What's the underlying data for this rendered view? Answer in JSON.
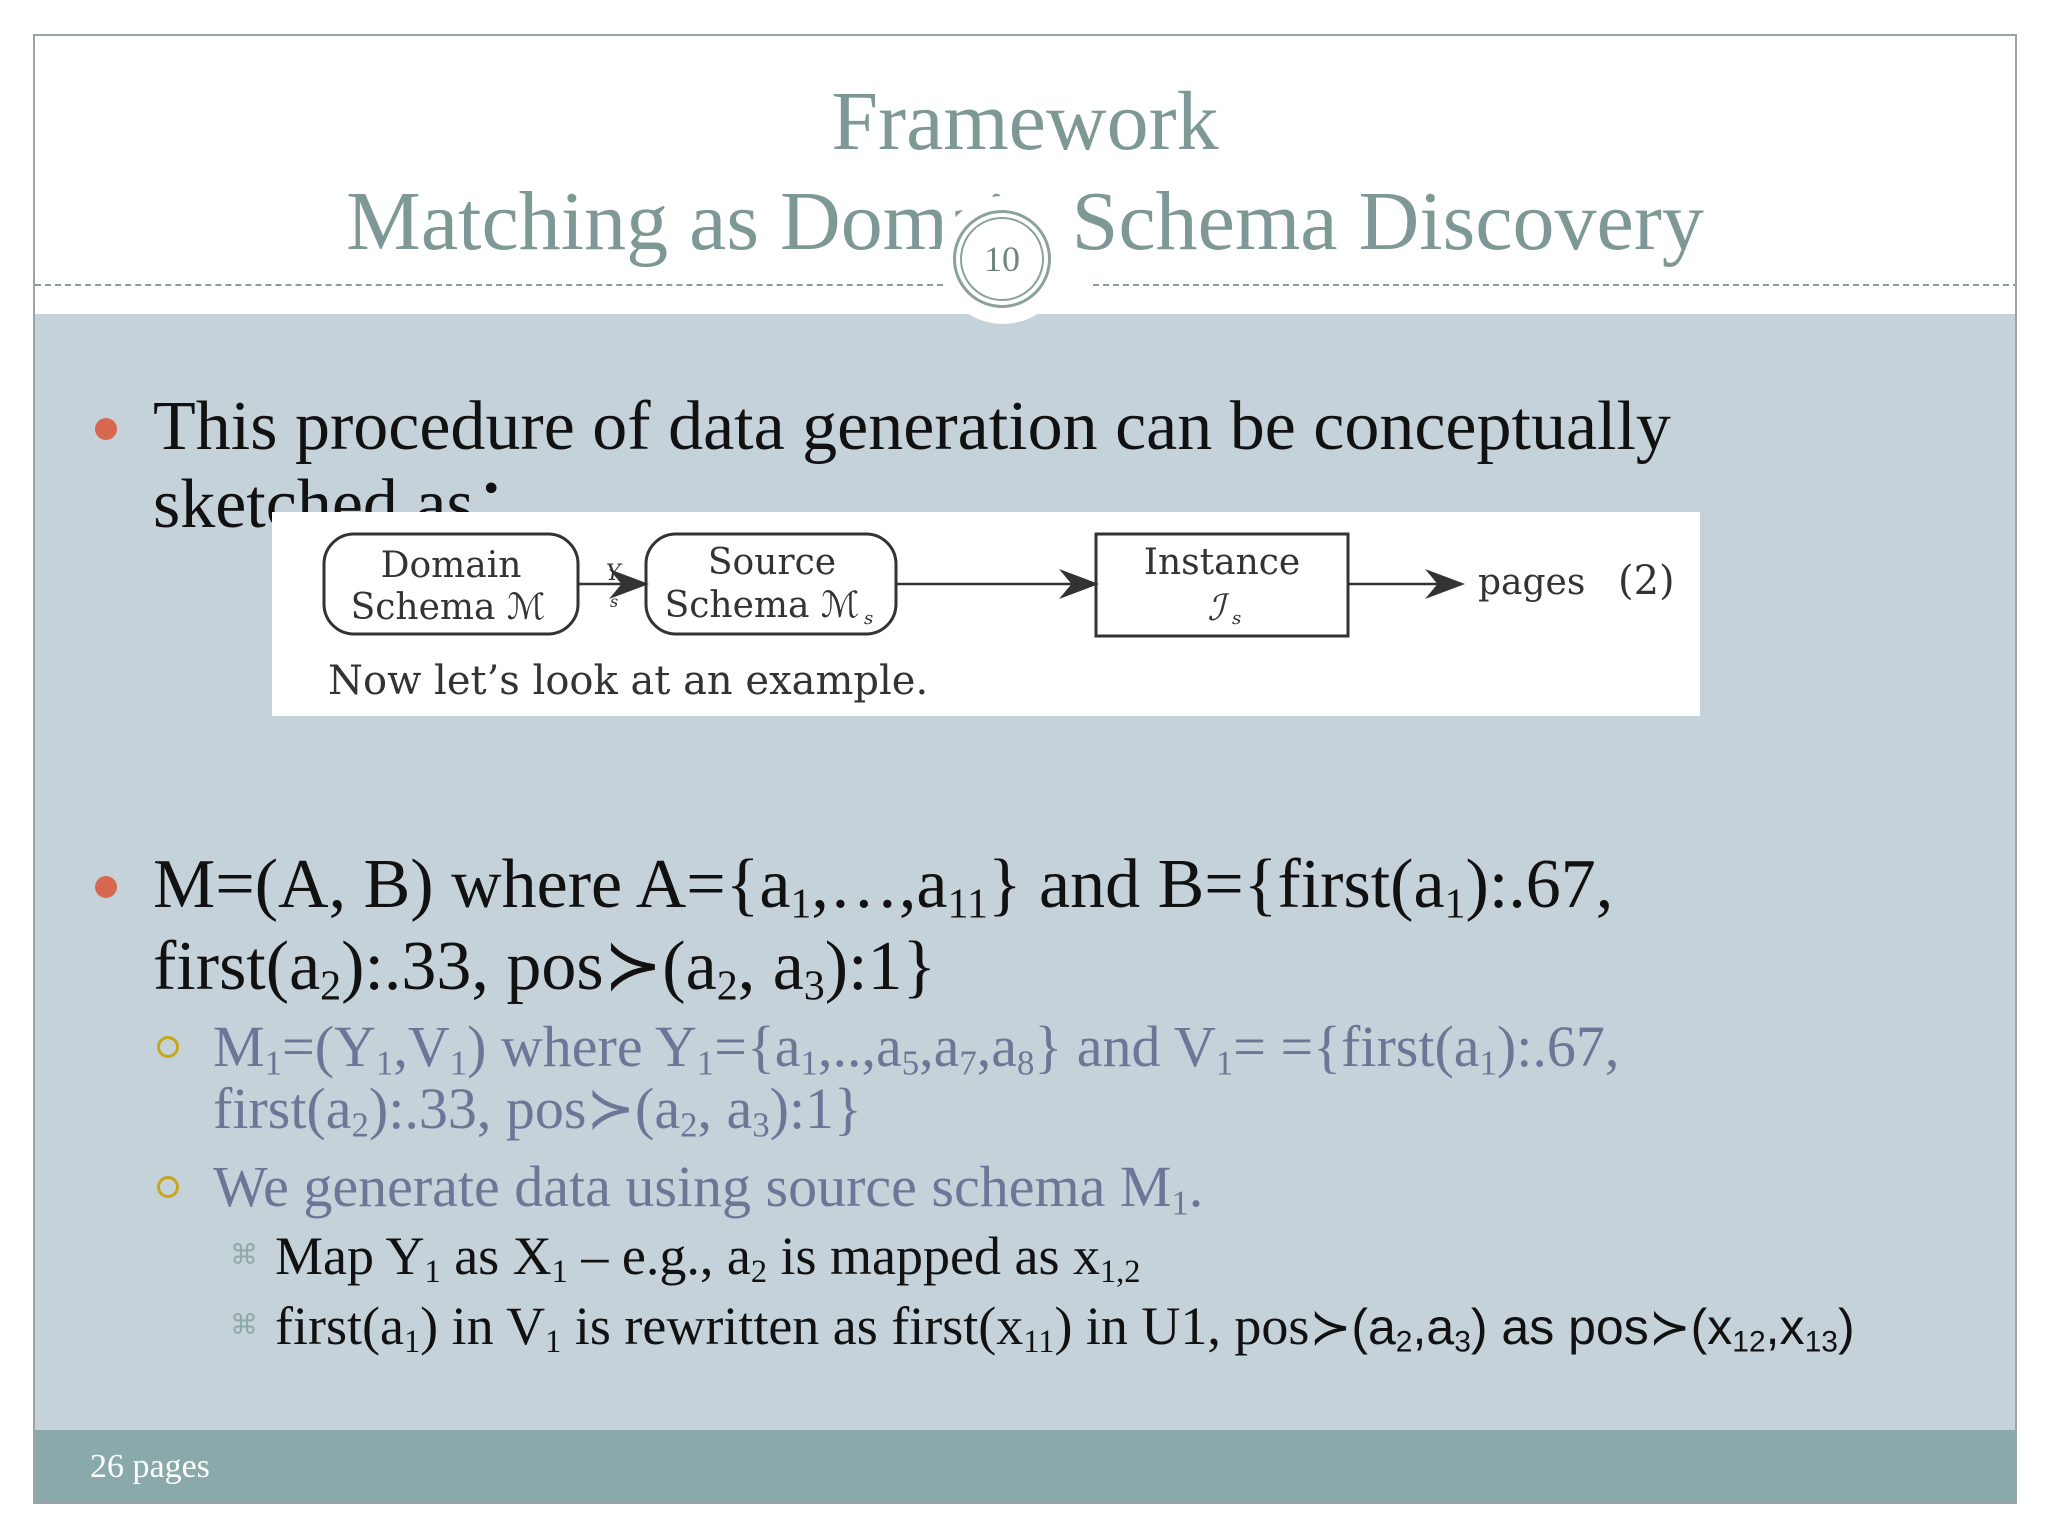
{
  "header": {
    "title_line1": "Framework",
    "title_line2": "Matching as Domain Schema Discovery",
    "page_number": "10"
  },
  "footer": {
    "text": "26 pages"
  },
  "bullet1": {
    "line1": "This procedure of data generation can be conceptually",
    "line2": "sketched as："
  },
  "diagram": {
    "box1_line1": "Domain",
    "box1_line2": "Schema ℳ",
    "edge_label": "Y",
    "edge_sub": "s",
    "box2_line1": "Source",
    "box2_line2": "Schema ℳ",
    "box2_sub": "s",
    "box3_line1": "Instance",
    "box3_line2": "ℐ",
    "box3_sub": "s",
    "end_label": "pages",
    "eq_number": "(2)",
    "caption": "Now let’s look at an example."
  },
  "bullet2": {
    "l1_a": "M=(A, B) where A={a",
    "l1_s1": "1",
    "l1_b": ",…,a",
    "l1_s2": "11",
    "l1_c": "} and B={first(a",
    "l1_s3": "1",
    "l1_d": "):.67,",
    "l2_a": "first(a",
    "l2_s1": "2",
    "l2_b": "):.33, pos≻(a",
    "l2_s2": "2",
    "l2_c": ", a",
    "l2_s3": "3",
    "l2_d": "):1}"
  },
  "sub1": {
    "a": "M",
    "s1": "1",
    "b": "=(Y",
    "s2": "1",
    "c": ",V",
    "s3": "1",
    "d": ") where Y",
    "s4": "1",
    "e": "={a",
    "s5": "1",
    "f": ",..,a",
    "s6": "5",
    "g": ",a",
    "s7": "7",
    "h": ",a",
    "s8": "8",
    "i": "} and V",
    "s9": "1",
    "j": "= ={first(a",
    "s10": "1",
    "k": "):.67,",
    "l2_a": "first(a",
    "l2_s1": "2",
    "l2_b": "):.33, pos≻(a",
    "l2_s2": "2",
    "l2_c": ", a",
    "l2_s3": "3",
    "l2_d": "):1}"
  },
  "sub2": {
    "a": "We generate data using source schema M",
    "s1": "1",
    "b": "."
  },
  "subsub1": {
    "a": "Map Y",
    "s1": "1",
    "b": " as X",
    "s2": "1",
    "c": " – e.g., a",
    "s3": "2",
    "d": " is mapped as x",
    "s4": "1,2"
  },
  "subsub2": {
    "a": "first(a",
    "s1": "1",
    "b": ") in V",
    "s2": "1",
    "c": " is rewritten as first(x",
    "s3": "11",
    "d": ") in U1, pos",
    "e": "≻(a",
    "s4": "2",
    "f": ",a",
    "s5": "3",
    "g": ") as pos≻(x",
    "s6": "12",
    "h": ",x",
    "s7": "13",
    "i": ")"
  },
  "colors": {
    "title": "#7d9895",
    "content_bg": "#c6d2d9",
    "footer_bg": "#8aa9aa",
    "bullet": "#d7684f",
    "sub_bullet": "#c4a819",
    "sub_text": "#6c7797"
  }
}
